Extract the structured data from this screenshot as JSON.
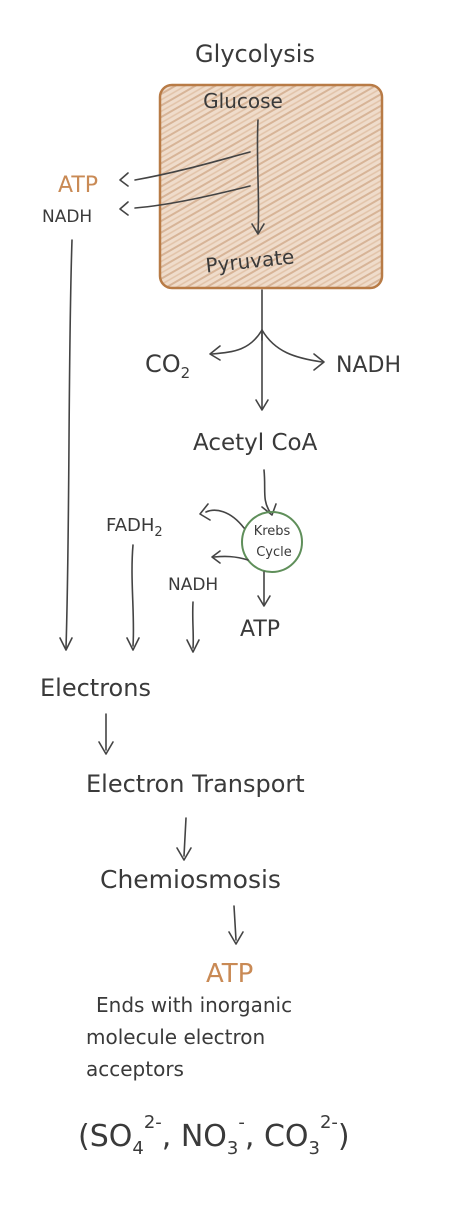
{
  "colors": {
    "ink": "#3a3a3a",
    "accent": "#c98a55",
    "box_fill": "#e8d2bf",
    "box_stroke": "#b87b46",
    "krebs_stroke": "#5f8f5a"
  },
  "glycolysis": {
    "title": "Glycolysis",
    "input": "Glucose",
    "output": "Pyruvate",
    "products": {
      "atp": "ATP",
      "nadh": "NADH"
    }
  },
  "link_reaction": {
    "co2": "CO",
    "co2_subscript": "2",
    "nadh": "NADH",
    "product": "Acetyl CoA"
  },
  "krebs": {
    "label_line1": "Krebs",
    "label_line2": "Cycle",
    "fadh2": "FADH",
    "fadh2_subscript": "2",
    "nadh": "NADH",
    "atp": "ATP"
  },
  "electrons": "Electrons",
  "electron_transport": "Electron Transport",
  "chemiosmosis": "Chemiosmosis",
  "final_atp": "ATP",
  "note": {
    "line1": "Ends with inorganic",
    "line2": "molecule electron",
    "line3": "acceptors"
  },
  "acceptors": {
    "open": "(",
    "so4": "SO",
    "so4_sub": "4",
    "so4_sup": "2-",
    "sep1": ", ",
    "no3": "NO",
    "no3_sub": "3",
    "no3_sup": "-",
    "sep2": ", ",
    "co3": "CO",
    "co3_sub": "3",
    "co3_sup": "2-",
    "close": ")"
  }
}
